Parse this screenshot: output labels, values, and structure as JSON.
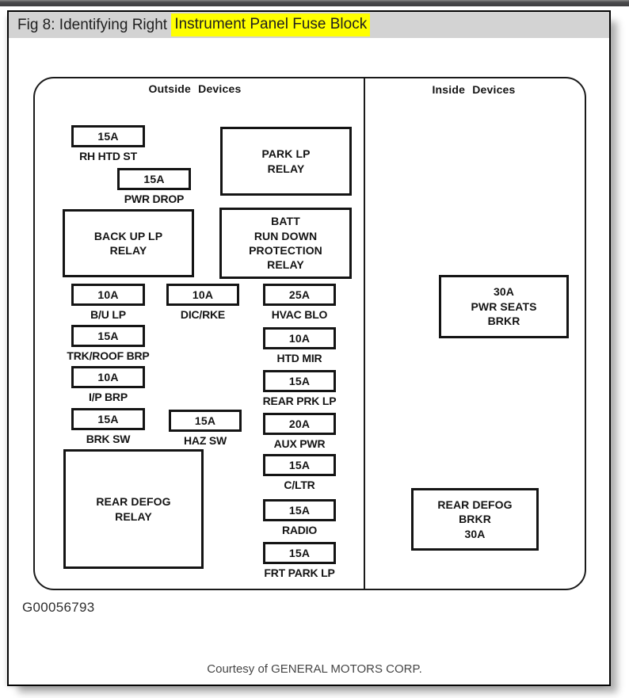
{
  "window": {
    "header": {
      "title_prefix": "Fig 8: Identifying Right ",
      "title_highlight": "Instrument Panel Fuse Block",
      "highlight_color": "#ffff00",
      "header_background": "#d3d3d3"
    }
  },
  "diagram": {
    "section_left": "Outside Devices",
    "section_right": "Inside Devices",
    "relays": [
      {
        "label": "PARK LP\nRELAY"
      },
      {
        "label": "BATT\nRUN DOWN\nPROTECTION\nRELAY"
      },
      {
        "label": "BACK UP LP\nRELAY"
      },
      {
        "label": "REAR DEFOG\nRELAY"
      }
    ],
    "fuses": [
      {
        "amp": "15A",
        "label": "RH HTD ST"
      },
      {
        "amp": "15A",
        "label": "PWR DROP"
      },
      {
        "amp": "10A",
        "label": "B/U LP"
      },
      {
        "amp": "15A",
        "label": "TRK/ROOF BRP"
      },
      {
        "amp": "10A",
        "label": "I/P BRP"
      },
      {
        "amp": "15A",
        "label": "BRK SW"
      },
      {
        "amp": "10A",
        "label": "DIC/RKE"
      },
      {
        "amp": "15A",
        "label": "HAZ SW"
      },
      {
        "amp": "25A",
        "label": "HVAC BLO"
      },
      {
        "amp": "10A",
        "label": "HTD MIR"
      },
      {
        "amp": "15A",
        "label": "REAR PRK LP"
      },
      {
        "amp": "20A",
        "label": "AUX PWR"
      },
      {
        "amp": "15A",
        "label": "C/LTR"
      },
      {
        "amp": "15A",
        "label": "RADIO"
      },
      {
        "amp": "15A",
        "label": "FRT PARK LP"
      }
    ],
    "breakers": [
      {
        "label": "30A\nPWR SEATS\nBRKR"
      },
      {
        "label": "REAR DEFOG\nBRKR\n30A"
      }
    ],
    "figure_id": "G00056793"
  },
  "footer": {
    "credit": "Courtesy of GENERAL MOTORS CORP."
  }
}
